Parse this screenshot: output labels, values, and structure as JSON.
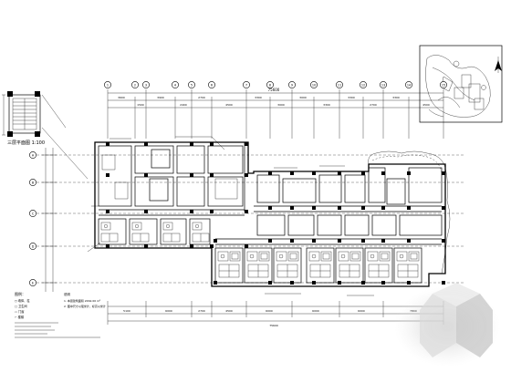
{
  "drawing": {
    "detail_title": "三层平面图 1:100",
    "total_dim": "75600",
    "legend_items": [
      "图例：",
      "○ 墙体、柱",
      "□ 卫生间",
      "▭ 门窗",
      "⌐ 楼梯"
    ],
    "notes_heading": "说明",
    "notes": [
      "1. 本层建筑面积 2462.00 m²",
      "2. 图中尺寸以毫米计，标高以米计"
    ],
    "axis_numbers_top": [
      "1",
      "2",
      "3",
      "4",
      "5",
      "6",
      "7",
      "8",
      "9",
      "10",
      "11",
      "12",
      "13",
      "14",
      "15"
    ],
    "axis_letters_left": [
      "A",
      "B",
      "C",
      "D",
      "E"
    ],
    "colors": {
      "line": "#000000",
      "background": "#ffffff",
      "watermark": "#c8c8c8"
    },
    "icons": [
      "north-arrow-icon",
      "key-plan-map",
      "watermark-icon"
    ]
  }
}
